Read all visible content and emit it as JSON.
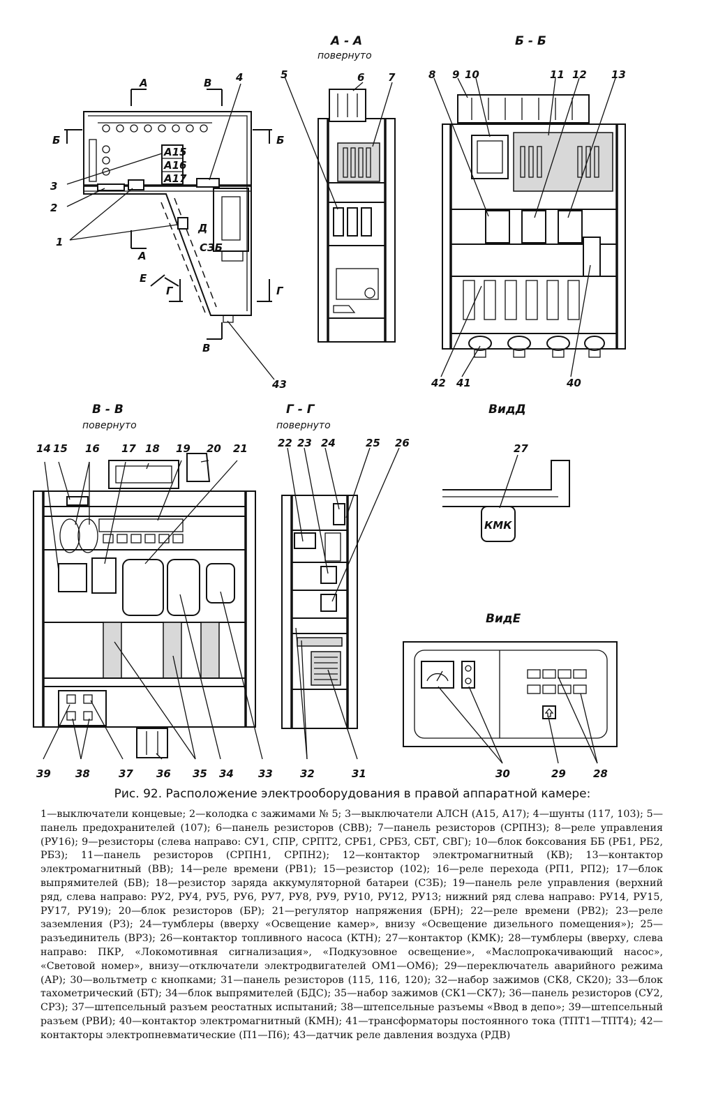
{
  "figure": {
    "caption": "Рис. 92. Расположение электрооборудования в правой аппаратной камере:",
    "legend": "1—выключатели концевые; 2—колодка с зажимами № 5; 3—выключатели АЛСН (А15, А17); 4—шунты (117, 103); 5—панель предохранителей (107); 6—панель резисторов (СВВ); 7—панель резисторов (СРПНЗ); 8—реле управления (РУ16); 9—резисторы (слева направо: СУ1, СПР, СРПТ2, СРБ1, СРБЗ, СБТ, СВГ); 10—блок боксования ББ (РБ1, РБ2, РБЗ); 11—панель резисторов (СРПН1, СРПН2); 12—контактор электромагнитный (КВ); 13—контактор электромагнитный (ВВ); 14—реле времени (РВ1); 15—резистор (102); 16—реле перехода (РП1, РП2); 17—блок выпрямителей (БВ); 18—резистор заряда аккумуляторной батареи (СЗБ); 19—панель реле управления (верхний ряд, слева направо: РУ2, РУ4, РУ5, РУ6, РУ7, РУ8, РУ9, РУ10, РУ12, РУ13; нижний ряд слева направо: РУ14, РУ15, РУ17, РУ19); 20—блок резисторов (БР); 21—регулятор напряжения (БРН); 22—реле времени (РВ2); 23—реле заземления (РЗ); 24—тумблеры (вверху «Освещение камер», внизу «Освещение дизельного помещения»); 25—разъединитель (ВРЗ); 26—контактор топливного насоса (КТН); 27—контактор (КМК); 28—тумблеры (вверху, слева направо: ПКР, «Локомотивная сигнализация», «Подкузовное освещение», «Маслопрокачивающий насос», «Световой номер», внизу—отключатели электродвигателей ОМ1—ОМ6); 29—переключатель аварийного режима (АР); 30—вольтметр с кнопками; 31—панель резисторов (115, 116, 120); 32—набор зажимов (СК8, СК20); 33—блок тахометрический (БТ); 34—блок выпрямителей (БДС); 35—набор зажимов (СК1—СК7); 36—панель резисторов (СУ2, СРЗ); 37—штепсельный разъем реостатных испытаний; 38—штепсельные разъемы «Ввод в депо»; 39—штепсельный разъем (РВИ); 40—контактор электромагнитный (КМН); 41—трансформаторы постоянного тока (ТПТ1—ТПТ4); 42—контакторы электропневматические (П1—П6); 43—датчик реле давления воздуха (РДВ)"
  },
  "views": {
    "aa_title": "А - А",
    "aa_sub": "повернуто",
    "bb_title": "Б - Б",
    "vv_title": "В - В",
    "vv_sub": "повернуто",
    "gg_title": "Г - Г",
    "gg_sub": "повернуто",
    "vid_d_title": "ВидД",
    "vid_e_title": "ВидЕ"
  },
  "plan_labels": {
    "a": "А",
    "v": "В",
    "b": "Б",
    "d": "Д",
    "e": "Е",
    "g": "Г",
    "a15": "А15",
    "a16": "А16",
    "a17": "А17",
    "c3b": "СЗБ",
    "kmk": "КМК"
  },
  "callouts": [
    "1",
    "2",
    "3",
    "4",
    "5",
    "6",
    "7",
    "8",
    "9",
    "10",
    "11",
    "12",
    "13",
    "14",
    "15",
    "16",
    "17",
    "18",
    "19",
    "20",
    "21",
    "22",
    "23",
    "24",
    "25",
    "26",
    "27",
    "28",
    "29",
    "30",
    "31",
    "32",
    "33",
    "34",
    "35",
    "36",
    "37",
    "38",
    "39",
    "40",
    "41",
    "42",
    "43"
  ]
}
